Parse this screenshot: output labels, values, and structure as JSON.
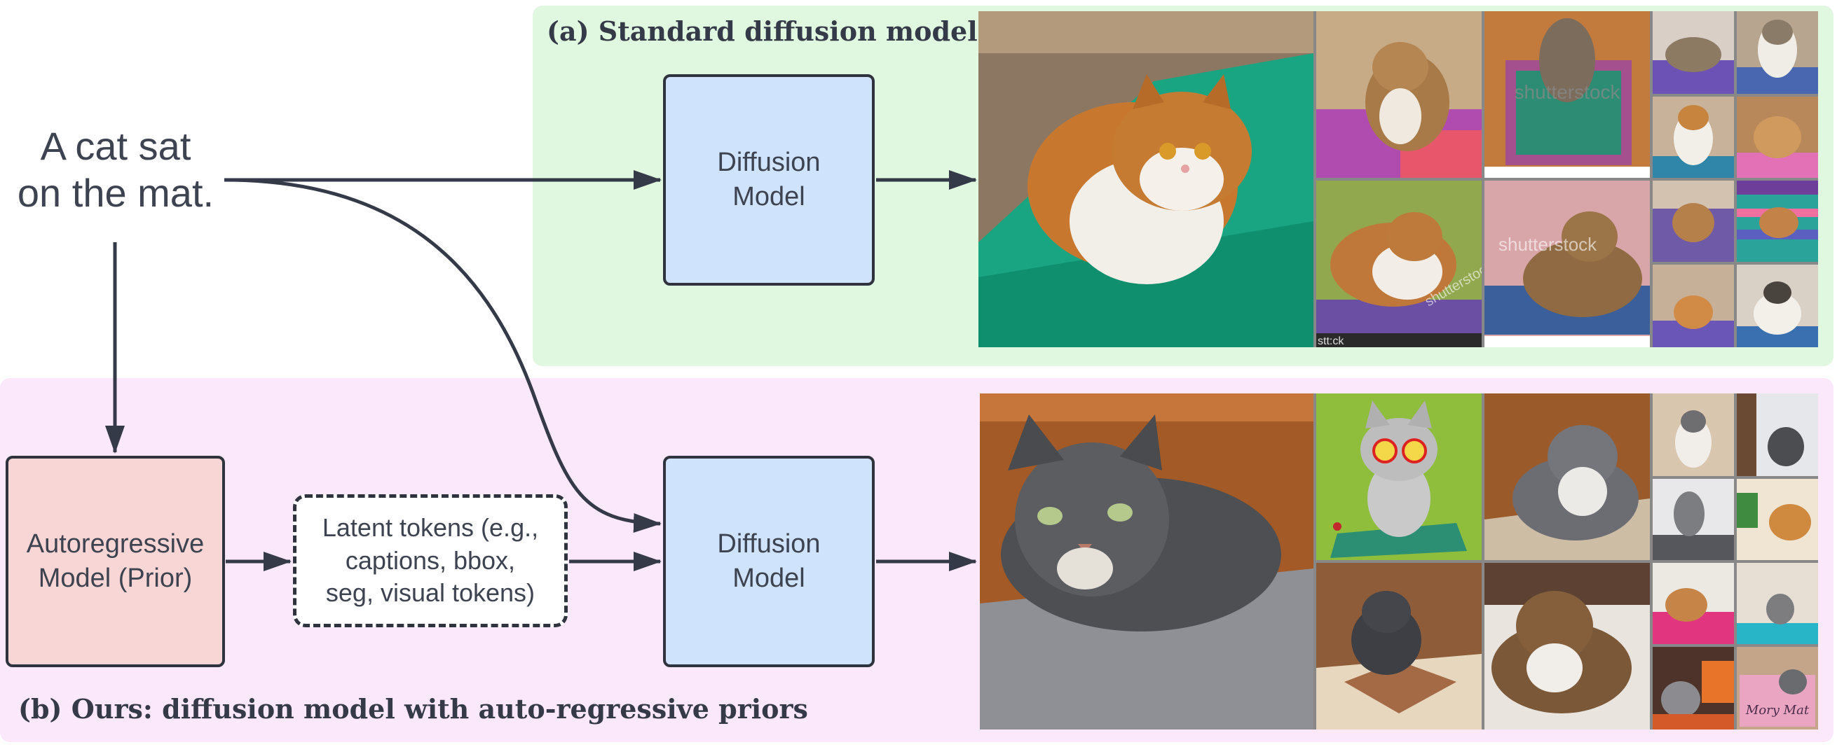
{
  "prompt": "A cat sat\non the mat.",
  "panel_a": {
    "title": "(a) Standard diffusion model",
    "diffusion_label": "Diffusion\nModel",
    "watermarks": [
      "shutterstock",
      "shutterstock",
      "shutterstock",
      "stt:ck"
    ]
  },
  "panel_b": {
    "title": "(b) Ours: diffusion model with auto-regressive priors",
    "prior_label": "Autoregressive\nModel (Prior)",
    "latent_label": "Latent tokens (e.g.,\ncaptions, bbox,\nseg, visual tokens)",
    "diffusion_label": "Diffusion\nModel",
    "mat_text": "Mory Mat"
  },
  "colors": {
    "panel_a_bg": "#e0f7e0",
    "panel_b_bg": "#fbe9fb",
    "diffusion_box": "#cfe3fd",
    "prior_box": "#f9d6d6",
    "arrow": "#353a48"
  }
}
